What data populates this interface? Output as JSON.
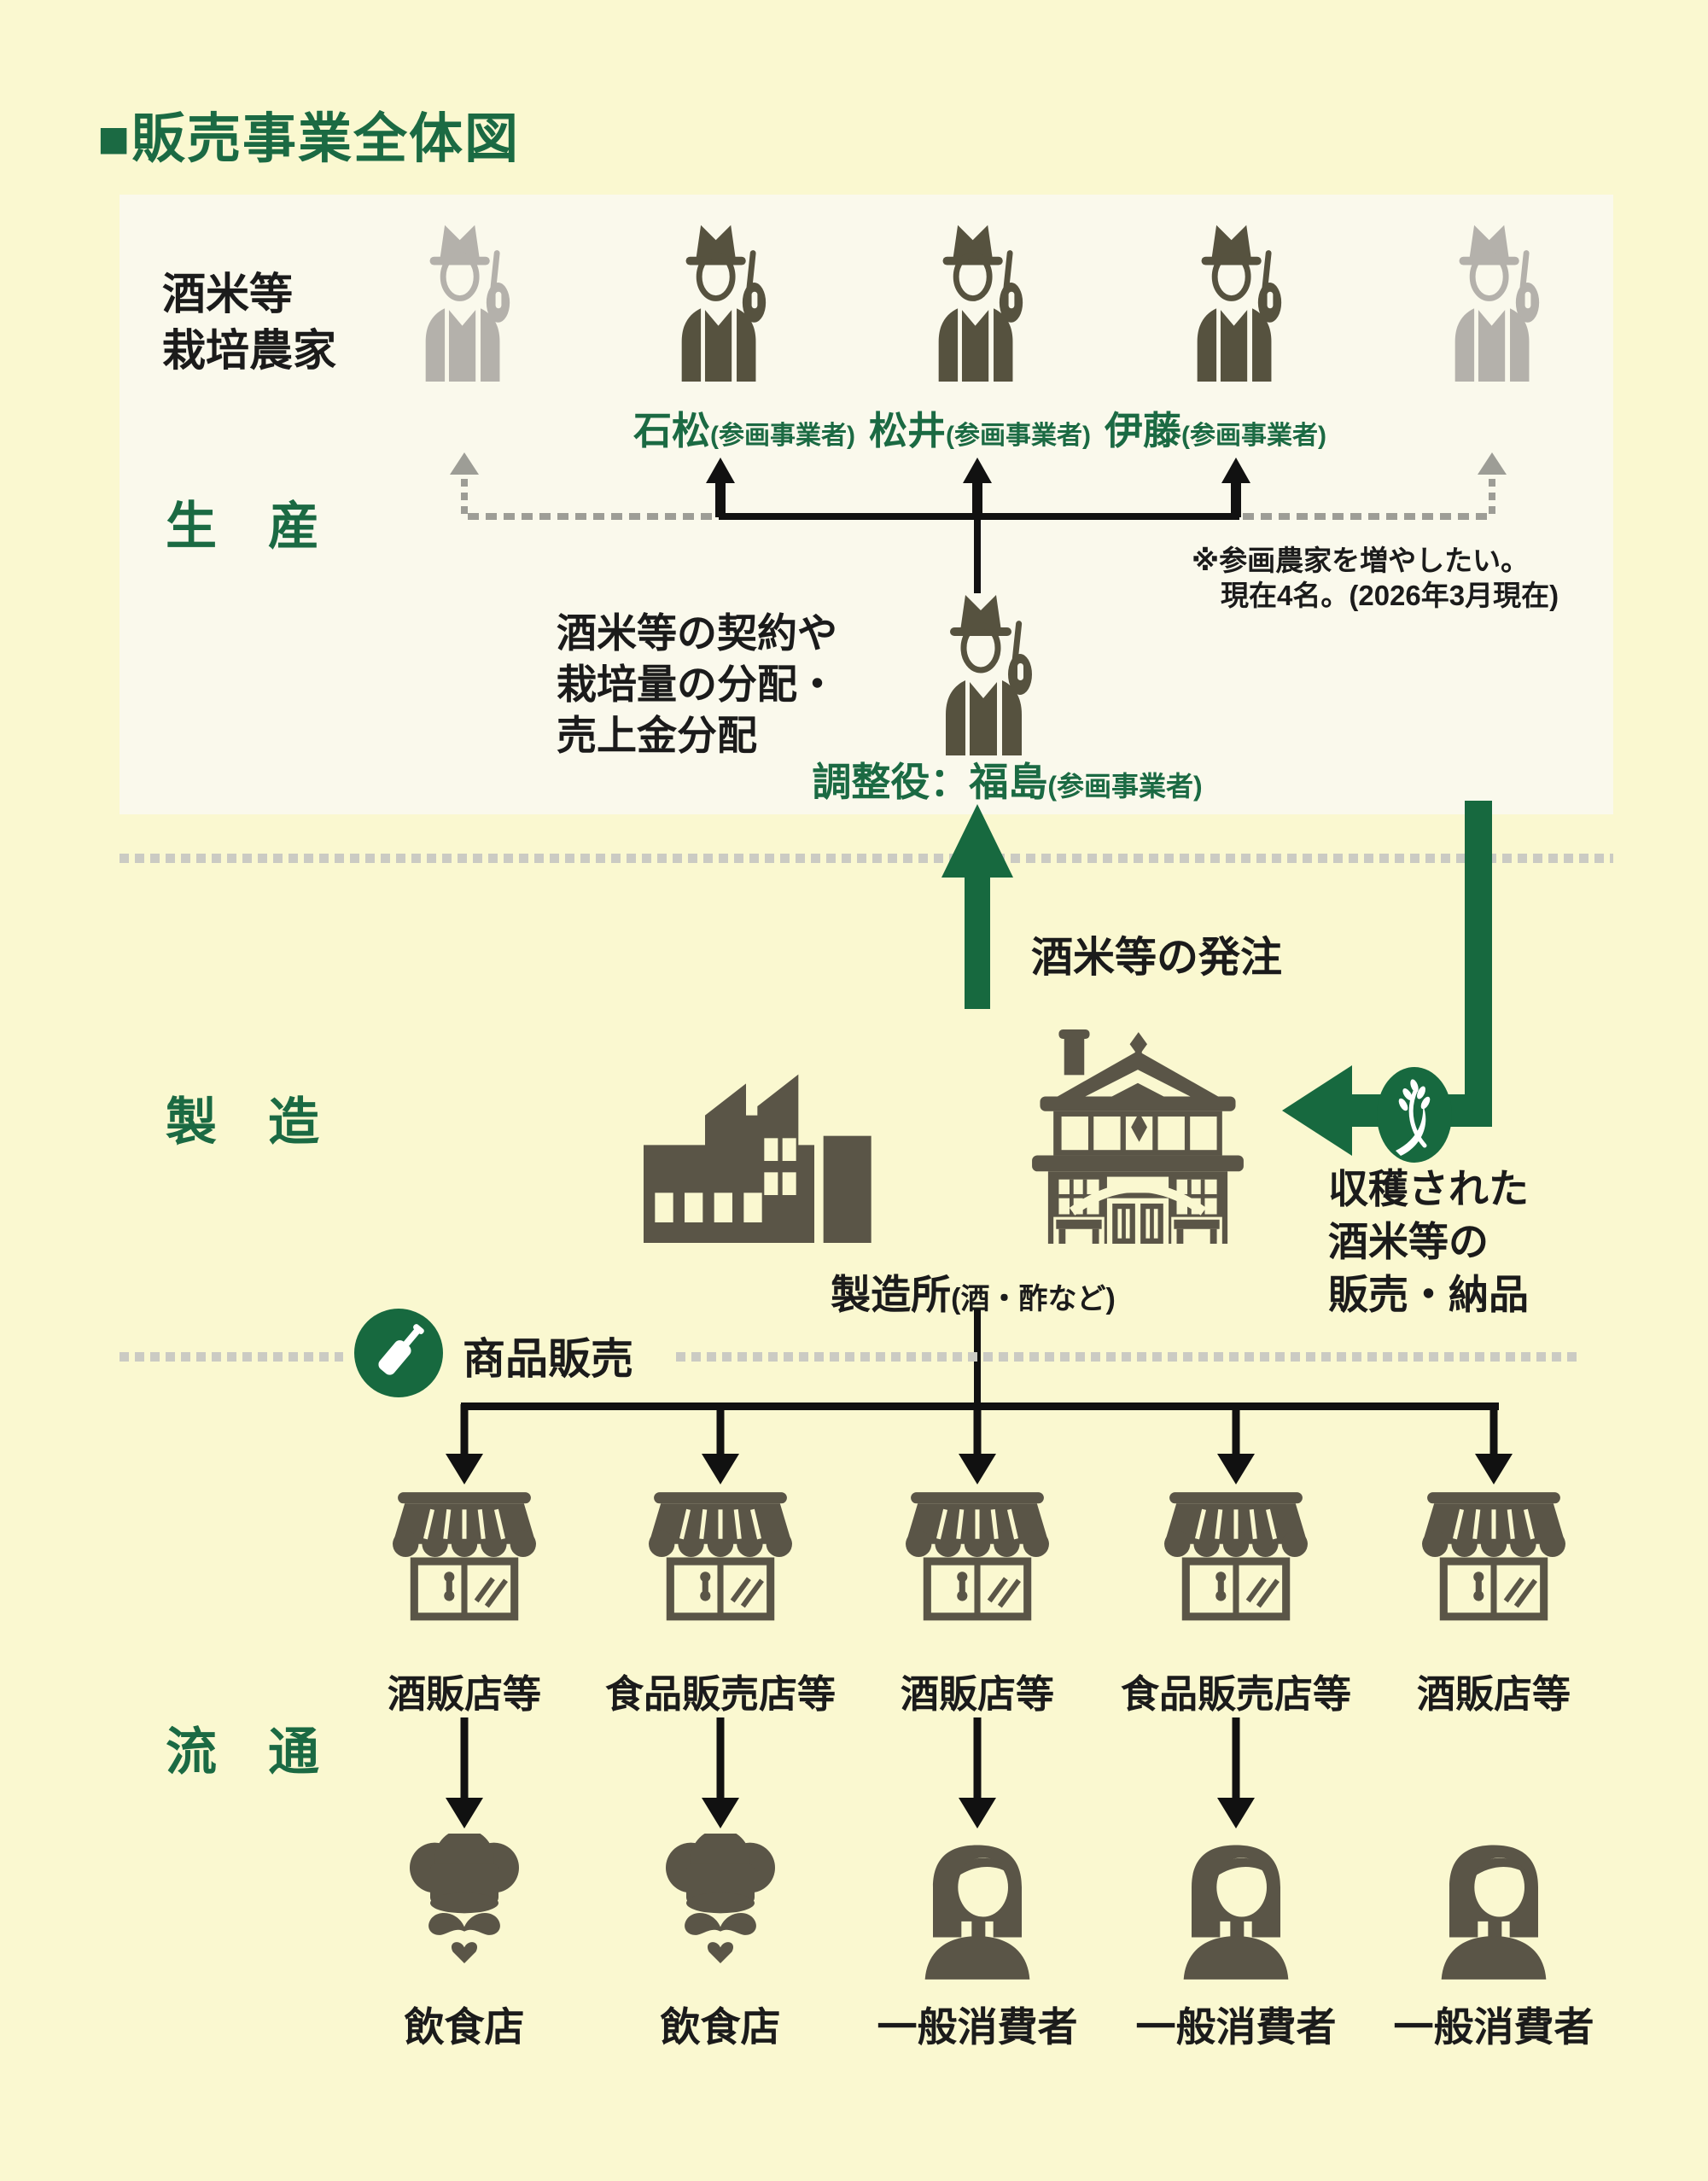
{
  "title": "■販売事業全体図",
  "sections": {
    "production": "生　産",
    "manufacturing": "製　造",
    "distribution": "流　通"
  },
  "production": {
    "farmers_label_line1": "酒米等",
    "farmers_label_line2": "栽培農家",
    "names": [
      {
        "n": "石松",
        "s": "(参画事業者)"
      },
      {
        "n": "松井",
        "s": "(参画事業者)"
      },
      {
        "n": "伊藤",
        "s": "(参画事業者)"
      }
    ],
    "note_line1": "※参画農家を増やしたい。",
    "note_line2": "現在4名。(2026年3月現在)",
    "coordinator_desc_line1": "酒米等の契約や",
    "coordinator_desc_line2": "栽培量の分配・",
    "coordinator_desc_line3": "売上金分配",
    "coordinator_name": "調整役：福島",
    "coordinator_suffix": "(参画事業者)"
  },
  "flows": {
    "order_label": "酒米等の発注",
    "harvest_line1": "収穫された",
    "harvest_line2": "酒米等の",
    "harvest_line3": "販売・納品",
    "sales_label": "商品販売"
  },
  "manufacturing": {
    "label": "製造所",
    "label_suffix": "(酒・酢など)"
  },
  "distribution": {
    "stores": [
      "酒販店等",
      "食品販売店等",
      "酒販店等",
      "食品販売店等",
      "酒販店等"
    ],
    "customers": [
      "飲食店",
      "飲食店",
      "一般消費者",
      "一般消費者",
      "一般消費者"
    ]
  },
  "colors": {
    "background": "#FAF8D0",
    "panel": "#FAF9EC",
    "green": "#1B6A43",
    "dark_icon": "#5A5547",
    "gray_icon": "#B4B1AB",
    "text": "#1B1B1B"
  }
}
